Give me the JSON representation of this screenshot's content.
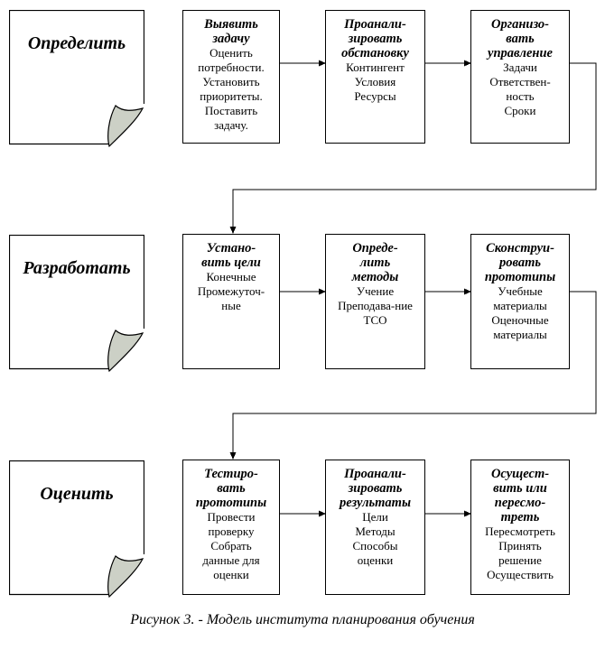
{
  "caption": "Рисунок 3. - Модель института планирования обучения",
  "colors": {
    "fold": "#ccd0c6",
    "line": "#000000",
    "background": "#ffffff"
  },
  "rows": [
    {
      "page_label": "Определить",
      "boxes": [
        {
          "title": "Выявить\nзадачу",
          "body": "Оценить\nпотребности.\nУстановить\nприоритеты.\nПоставить\nзадачу."
        },
        {
          "title": "Проанали-\nзировать\nобстановку",
          "body": "Контингент\nУсловия\nРесурсы"
        },
        {
          "title": "Организо-\nвать\nуправление",
          "body": "Задачи\nОтветствен-\nность\nСроки"
        }
      ]
    },
    {
      "page_label": "Разработать",
      "boxes": [
        {
          "title": "Устано-\nвить цели",
          "body": "Конечные\nПромежуточ-\nные"
        },
        {
          "title": "Опреде-\nлить\nметоды",
          "body": "Учение\nПреподава-ние\nТСО"
        },
        {
          "title": "Сконструи-\nровать\nпрототипы",
          "body": "Учебные\nматериалы\nОценочные\nматериалы"
        }
      ]
    },
    {
      "page_label": "Оценить",
      "boxes": [
        {
          "title": "Тестиро-\nвать\nпрототипы",
          "body": "Провести\nпроверку\nСобрать\nданные для\nоценки"
        },
        {
          "title": "Проанали-\nзировать\nрезультаты",
          "body": "Цели\nМетоды\nСпособы\nоценки"
        },
        {
          "title": "Осущест-\nвить или\nпересмо-\nтреть",
          "body": "Пересмотреть\nПринять\nрешение\nОсуществить"
        }
      ]
    }
  ]
}
